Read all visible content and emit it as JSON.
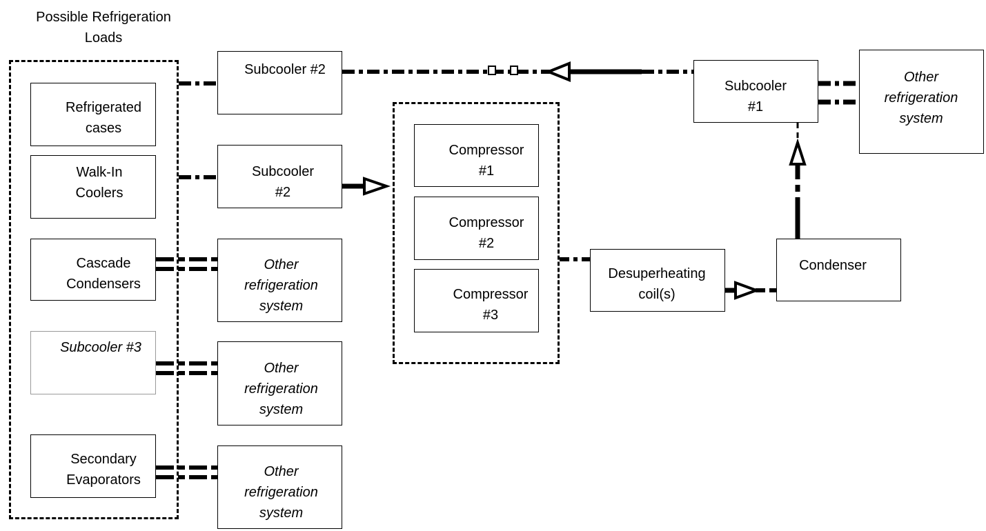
{
  "title": "Possible Refrigeration\nLoads",
  "loads": {
    "refrigerated_cases": "Refrigerated\ncases",
    "walk_in_coolers": "Walk-In\nCoolers",
    "cascade_condensers": "Cascade\nCondensers",
    "subcooler_3": "Subcooler #3",
    "secondary_evaporators": "Secondary\nEvaporators"
  },
  "subcoolers": {
    "subcooler_2_top": "Subcooler #2",
    "subcooler_2_mid": "Subcooler\n#2",
    "subcooler_1": "Subcooler\n#1"
  },
  "compressors": {
    "c1": "Compressor\n#1",
    "c2": "Compressor\n#2",
    "c3": "Compressor\n#3"
  },
  "other_systems": {
    "label": "Other\nrefrigeration\nsystem"
  },
  "desuperheating": "Desuperheating\ncoil(s)",
  "condenser": "Condenser"
}
